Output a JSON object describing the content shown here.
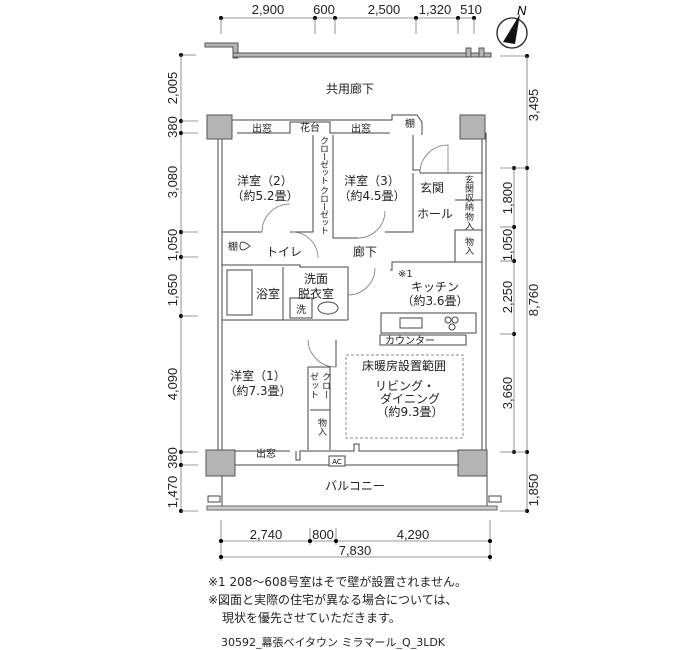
{
  "dimensions": {
    "top": [
      "2,900",
      "600",
      "2,500",
      "1,320",
      "510"
    ],
    "left": [
      "2,005",
      "380",
      "3,080",
      "1,050",
      "1,650",
      "4,090",
      "380",
      "1,470"
    ],
    "right_inner": [
      "1,800",
      "1,050",
      "2,250",
      "3,660"
    ],
    "right_outer": [
      "3,495",
      "8,760",
      "1,850"
    ],
    "bottom": [
      "2,740",
      "800",
      "4,290"
    ],
    "bottom_total": "7,830"
  },
  "compass": "N",
  "rooms": {
    "corridor_shared": "共用廊下",
    "bay_window_top_left": "出窓",
    "flower_stand": "花台",
    "bay_window_top_right": "出窓",
    "shelf_top": "棚",
    "western2_name": "洋室（2）",
    "western2_size": "（約5.2畳）",
    "western3_name": "洋室（3）",
    "western3_size": "（約4.5畳）",
    "closet_a": "クローゼット",
    "closet_b": "クローゼット",
    "entrance": "玄関",
    "entrance_storage": "玄関収納",
    "hall": "ホール",
    "storage_hall1": "物入",
    "storage_hall2": "物入",
    "hallway": "廊下",
    "shelf_toilet": "棚",
    "toilet": "トイレ",
    "bath": "浴室",
    "washroom_1": "洗面",
    "washroom_2": "脱衣室",
    "washer": "洗",
    "kitchen_note": "※1",
    "kitchen_name": "キッチン",
    "kitchen_size": "（約3.6畳）",
    "counter": "カウンター",
    "floor_heating": "床暖房設置範囲",
    "living_1": "リビング・",
    "living_2": "ダイニング",
    "living_size": "（約9.3畳）",
    "western1_name": "洋室（1）",
    "western1_size": "（約7.3畳）",
    "closet_c1": "クロー",
    "closet_c2": "ゼット",
    "storage_w1": "物入",
    "bay_window_bottom": "出窓",
    "ac": "AC",
    "balcony": "バルコニー"
  },
  "notes": [
    "※1 208～608号室はそで壁が設置されません。",
    "※図面と実際の住宅が異なる場合については、",
    "現状を優先させていただきます。"
  ],
  "caption": "30592_幕張ベイタウン ミラマール_Q_3LDK"
}
